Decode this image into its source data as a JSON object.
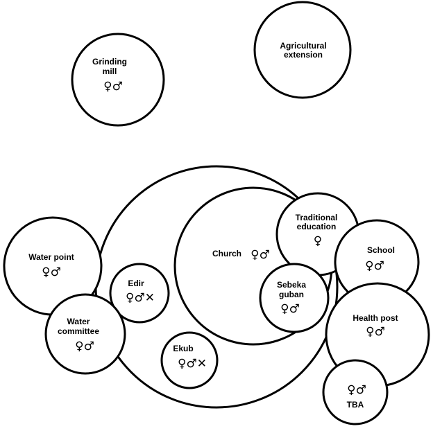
{
  "diagram": {
    "circles": {
      "grinding_mill": {
        "line1": "Grinding",
        "line2": "mill",
        "symbols": "♀♂"
      },
      "agricultural_extension": {
        "line1": "Agricultural",
        "line2": "extension"
      },
      "community": {},
      "church": {
        "label": "Church",
        "symbols": "♀♂"
      },
      "traditional_education": {
        "line1": "Traditional",
        "line2": "education",
        "symbols": "♀"
      },
      "school": {
        "label": "School",
        "symbols": "♀♂"
      },
      "water_point": {
        "label": "Water point",
        "symbols": "♀♂"
      },
      "edir": {
        "label": "Edir",
        "symbols": "♀♂✕"
      },
      "sebeka_guban": {
        "line1": "Sebeka",
        "line2": "guban",
        "symbols": "♀♂"
      },
      "health_post": {
        "label": "Health post",
        "symbols": "♀♂"
      },
      "water_committee": {
        "line1": "Water",
        "line2": "committee",
        "symbols": "♀♂"
      },
      "ekub": {
        "label": "Ekub",
        "symbols": "♀♂✕"
      },
      "tba": {
        "label": "TBA",
        "symbols": "♀♂"
      }
    }
  }
}
